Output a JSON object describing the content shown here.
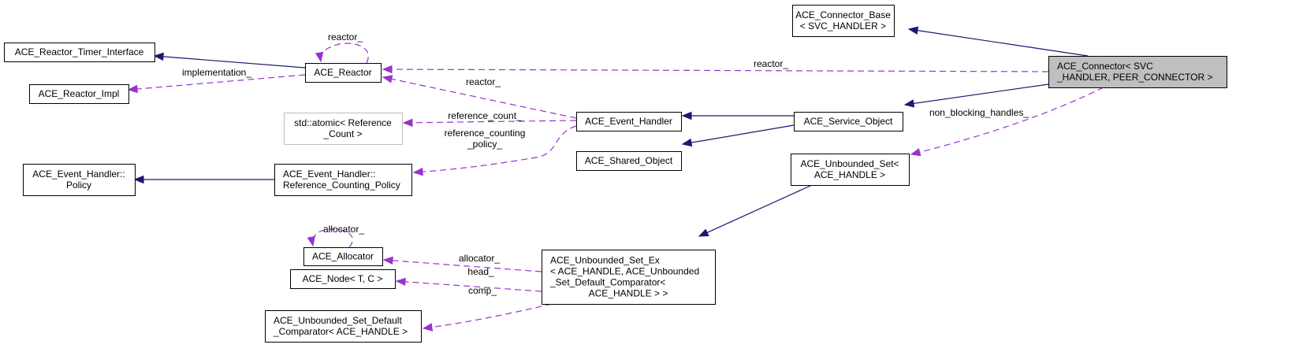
{
  "diagram": {
    "title": "Collaboration diagram for ACE_Connector< SVC_HANDLER, PEER_CONNECTOR >",
    "colors": {
      "inheritance": "#191970",
      "usage": "#9a32cd",
      "focus_fill": "#bfbfbf",
      "external_border": "#bfbfbf"
    },
    "nodes": [
      {
        "id": "connector",
        "lines": [
          "ACE_Connector< SVC",
          "_HANDLER, PEER_CONNECTOR >"
        ],
        "style": "focus",
        "align": "left"
      },
      {
        "id": "connector_base",
        "lines": [
          "ACE_Connector_Base",
          "< SVC_HANDLER >"
        ],
        "style": "normal",
        "align": "center"
      },
      {
        "id": "reactor_timer_interface",
        "lines": [
          "ACE_Reactor_Timer_Interface"
        ],
        "style": "normal",
        "align": "center"
      },
      {
        "id": "reactor",
        "lines": [
          "ACE_Reactor"
        ],
        "style": "normal",
        "align": "center"
      },
      {
        "id": "reactor_impl",
        "lines": [
          "ACE_Reactor_Impl"
        ],
        "style": "normal",
        "align": "center"
      },
      {
        "id": "atomic",
        "lines": [
          "std::atomic< Reference",
          "_Count >"
        ],
        "style": "external",
        "align": "center"
      },
      {
        "id": "event_handler",
        "lines": [
          "ACE_Event_Handler"
        ],
        "style": "normal",
        "align": "center"
      },
      {
        "id": "service_object",
        "lines": [
          "ACE_Service_Object"
        ],
        "style": "normal",
        "align": "center"
      },
      {
        "id": "shared_object",
        "lines": [
          "ACE_Shared_Object"
        ],
        "style": "normal",
        "align": "center"
      },
      {
        "id": "policy",
        "lines": [
          "ACE_Event_Handler::",
          "Policy"
        ],
        "style": "normal",
        "align": "center"
      },
      {
        "id": "ref_counting_policy",
        "lines": [
          "ACE_Event_Handler::",
          "Reference_Counting_Policy"
        ],
        "style": "normal",
        "align": "left"
      },
      {
        "id": "unbounded_set",
        "lines": [
          "ACE_Unbounded_Set<",
          "ACE_HANDLE >"
        ],
        "style": "normal",
        "align": "center"
      },
      {
        "id": "allocator",
        "lines": [
          "ACE_Allocator"
        ],
        "style": "normal",
        "align": "center"
      },
      {
        "id": "unbounded_set_ex",
        "lines": [
          "ACE_Unbounded_Set_Ex",
          "< ACE_HANDLE, ACE_Unbounded",
          "_Set_Default_Comparator<",
          "ACE_HANDLE > >"
        ],
        "style": "normal",
        "align": "left-last-center"
      },
      {
        "id": "node",
        "lines": [
          "ACE_Node< T, C >"
        ],
        "style": "normal",
        "align": "center"
      },
      {
        "id": "default_comparator",
        "lines": [
          "ACE_Unbounded_Set_Default",
          "_Comparator< ACE_HANDLE >"
        ],
        "style": "normal",
        "align": "left"
      }
    ],
    "edges": [
      {
        "from": "connector",
        "to": "connector_base",
        "kind": "inheritance",
        "label": ""
      },
      {
        "from": "connector",
        "to": "reactor",
        "kind": "usage",
        "label": "reactor_"
      },
      {
        "from": "connector",
        "to": "service_object",
        "kind": "inheritance",
        "label": ""
      },
      {
        "from": "connector",
        "to": "unbounded_set",
        "kind": "usage",
        "label": "non_blocking_handles_"
      },
      {
        "from": "reactor",
        "to": "reactor_timer_interface",
        "kind": "inheritance",
        "label": ""
      },
      {
        "from": "reactor",
        "to": "reactor_impl",
        "kind": "usage",
        "label": "implementation_"
      },
      {
        "from": "reactor",
        "to": "reactor",
        "kind": "usage",
        "label": "reactor_"
      },
      {
        "from": "event_handler",
        "to": "reactor",
        "kind": "usage",
        "label": "reactor_"
      },
      {
        "from": "event_handler",
        "to": "atomic",
        "kind": "usage",
        "label": "reference_count_"
      },
      {
        "from": "event_handler",
        "to": "ref_counting_policy",
        "kind": "usage",
        "label": "reference_counting\n_policy_"
      },
      {
        "from": "service_object",
        "to": "event_handler",
        "kind": "inheritance",
        "label": ""
      },
      {
        "from": "service_object",
        "to": "shared_object",
        "kind": "inheritance",
        "label": ""
      },
      {
        "from": "ref_counting_policy",
        "to": "policy",
        "kind": "inheritance",
        "label": ""
      },
      {
        "from": "unbounded_set",
        "to": "unbounded_set_ex",
        "kind": "inheritance",
        "label": ""
      },
      {
        "from": "unbounded_set_ex",
        "to": "allocator",
        "kind": "usage",
        "label": "allocator_"
      },
      {
        "from": "allocator",
        "to": "allocator",
        "kind": "usage",
        "label": "allocator_"
      },
      {
        "from": "unbounded_set_ex",
        "to": "node",
        "kind": "usage",
        "label": "head_"
      },
      {
        "from": "unbounded_set_ex",
        "to": "default_comparator",
        "kind": "usage",
        "label": "comp_"
      }
    ]
  }
}
